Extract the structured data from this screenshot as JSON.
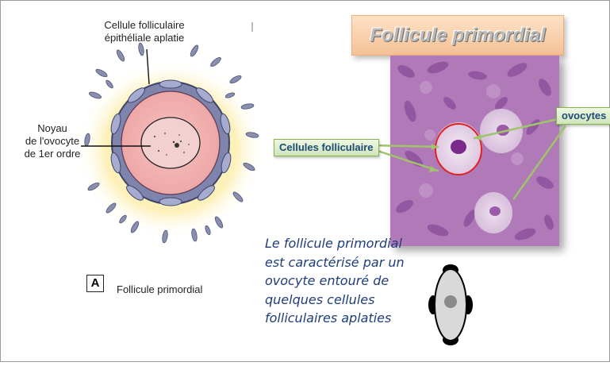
{
  "left_diagram": {
    "label_top_line1": "Cellule folliculaire",
    "label_top_line2": "épithéliale aplatie",
    "label_left_line1": "Noyau",
    "label_left_line2": "de l'ovocyte",
    "label_left_line3": "de 1er ordre",
    "caption_letter": "A",
    "caption_text": "Follicule primordial"
  },
  "right_panel": {
    "title": "Follicule primordial",
    "callout_cells": "Cellules folliculaire",
    "callout_ovocytes": "ovocytes",
    "description_lines": [
      "Le follicule primordial",
      "est caractérisé par un",
      "ovocyte entouré de",
      "quelques cellules",
      "folliculaires aplaties"
    ]
  },
  "colors": {
    "title_banner": "#f5c195",
    "description_text": "#1f3d7a",
    "callout_text": "#1f4b7a",
    "callout_border": "#86b24f",
    "annotation_circle": "#e02020",
    "oocyte_cytoplasm": "#f2b3b3",
    "follicular_cells": "#7f84ad",
    "stroma_halo": "#fdf5c8"
  }
}
